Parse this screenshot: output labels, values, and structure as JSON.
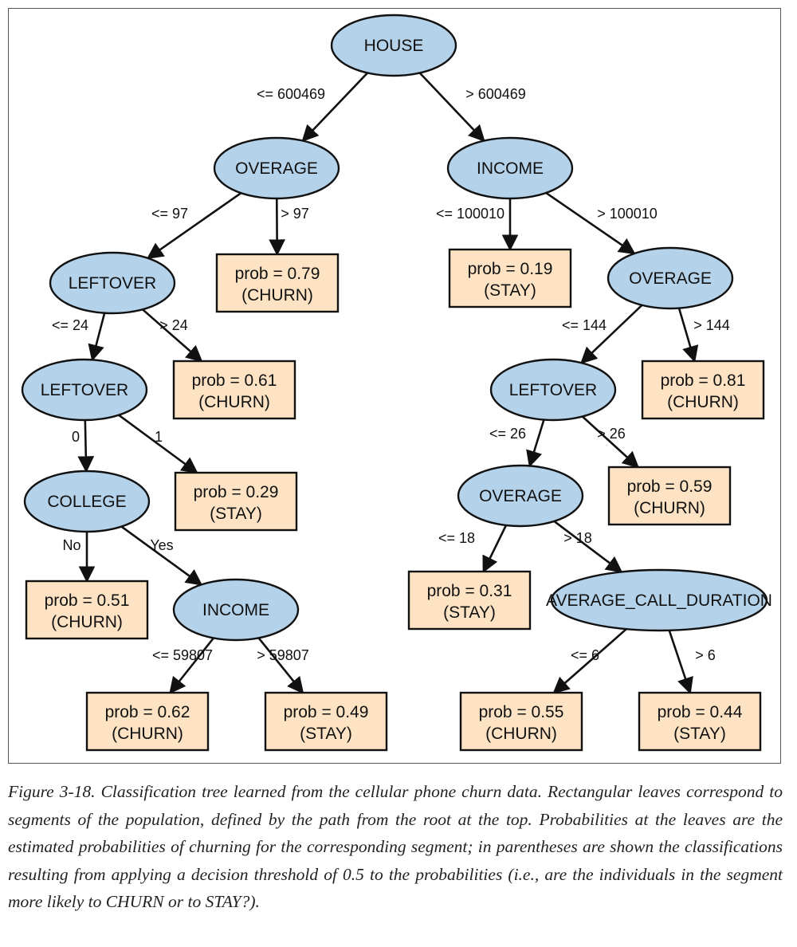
{
  "colors": {
    "decision_fill": "#b4d2ea",
    "leaf_fill": "#fde3c3",
    "stroke": "#111111"
  },
  "tree": {
    "nodes": [
      {
        "id": "house",
        "kind": "decision",
        "label": "HOUSE"
      },
      {
        "id": "overage_l",
        "kind": "decision",
        "label": "OVERAGE"
      },
      {
        "id": "income_r",
        "kind": "decision",
        "label": "INCOME"
      },
      {
        "id": "leftover1",
        "kind": "decision",
        "label": "LEFTOVER"
      },
      {
        "id": "leaf_079",
        "kind": "leaf",
        "prob": "prob = 0.79",
        "cls": "(CHURN)"
      },
      {
        "id": "leaf_019",
        "kind": "leaf",
        "prob": "prob = 0.19",
        "cls": "(STAY)"
      },
      {
        "id": "overage_r",
        "kind": "decision",
        "label": "OVERAGE"
      },
      {
        "id": "leftover2",
        "kind": "decision",
        "label": "LEFTOVER"
      },
      {
        "id": "leaf_061",
        "kind": "leaf",
        "prob": "prob = 0.61",
        "cls": "(CHURN)"
      },
      {
        "id": "leftover_r",
        "kind": "decision",
        "label": "LEFTOVER"
      },
      {
        "id": "leaf_081",
        "kind": "leaf",
        "prob": "prob = 0.81",
        "cls": "(CHURN)"
      },
      {
        "id": "college",
        "kind": "decision",
        "label": "COLLEGE"
      },
      {
        "id": "leaf_029",
        "kind": "leaf",
        "prob": "prob = 0.29",
        "cls": "(STAY)"
      },
      {
        "id": "overage_r2",
        "kind": "decision",
        "label": "OVERAGE"
      },
      {
        "id": "leaf_059",
        "kind": "leaf",
        "prob": "prob = 0.59",
        "cls": "(CHURN)"
      },
      {
        "id": "leaf_051",
        "kind": "leaf",
        "prob": "prob = 0.51",
        "cls": "(CHURN)"
      },
      {
        "id": "income_l",
        "kind": "decision",
        "label": "INCOME"
      },
      {
        "id": "leaf_031",
        "kind": "leaf",
        "prob": "prob = 0.31",
        "cls": "(STAY)"
      },
      {
        "id": "avg_call",
        "kind": "decision",
        "label": "AVERAGE_CALL_DURATION"
      },
      {
        "id": "leaf_062",
        "kind": "leaf",
        "prob": "prob = 0.62",
        "cls": "(CHURN)"
      },
      {
        "id": "leaf_049",
        "kind": "leaf",
        "prob": "prob = 0.49",
        "cls": "(STAY)"
      },
      {
        "id": "leaf_055",
        "kind": "leaf",
        "prob": "prob = 0.55",
        "cls": "(CHURN)"
      },
      {
        "id": "leaf_044",
        "kind": "leaf",
        "prob": "prob = 0.44",
        "cls": "(STAY)"
      }
    ],
    "edges": [
      {
        "from": "house",
        "to": "overage_l",
        "label": "<= 600469"
      },
      {
        "from": "house",
        "to": "income_r",
        "label": "> 600469"
      },
      {
        "from": "overage_l",
        "to": "leftover1",
        "label": "<= 97"
      },
      {
        "from": "overage_l",
        "to": "leaf_079",
        "label": "> 97"
      },
      {
        "from": "income_r",
        "to": "leaf_019",
        "label": "<= 100010"
      },
      {
        "from": "income_r",
        "to": "overage_r",
        "label": "> 100010"
      },
      {
        "from": "leftover1",
        "to": "leftover2",
        "label": "<= 24"
      },
      {
        "from": "leftover1",
        "to": "leaf_061",
        "label": "> 24"
      },
      {
        "from": "overage_r",
        "to": "leftover_r",
        "label": "<= 144"
      },
      {
        "from": "overage_r",
        "to": "leaf_081",
        "label": "> 144"
      },
      {
        "from": "leftover2",
        "to": "college",
        "label": "0"
      },
      {
        "from": "leftover2",
        "to": "leaf_029",
        "label": "1"
      },
      {
        "from": "leftover_r",
        "to": "overage_r2",
        "label": "<= 26"
      },
      {
        "from": "leftover_r",
        "to": "leaf_059",
        "label": "> 26"
      },
      {
        "from": "college",
        "to": "leaf_051",
        "label": "No"
      },
      {
        "from": "college",
        "to": "income_l",
        "label": "Yes"
      },
      {
        "from": "overage_r2",
        "to": "leaf_031",
        "label": "<= 18"
      },
      {
        "from": "overage_r2",
        "to": "avg_call",
        "label": "> 18"
      },
      {
        "from": "income_l",
        "to": "leaf_062",
        "label": "<= 59807"
      },
      {
        "from": "income_l",
        "to": "leaf_049",
        "label": "> 59807"
      },
      {
        "from": "avg_call",
        "to": "leaf_055",
        "label": "<= 6"
      },
      {
        "from": "avg_call",
        "to": "leaf_044",
        "label": "> 6"
      }
    ]
  },
  "caption": "Figure 3-18. Classification tree learned from the cellular phone churn data. Rectangular leaves correspond to segments of the population, defined by the path from the root at the top. Probabilities at the leaves are the estimated probabilities of churning for the corresponding segment; in parentheses are shown the classifications resulting from applying a decision threshold of 0.5 to the probabilities (i.e., are the individuals in the segment more likely to CHURN or to STAY?)."
}
